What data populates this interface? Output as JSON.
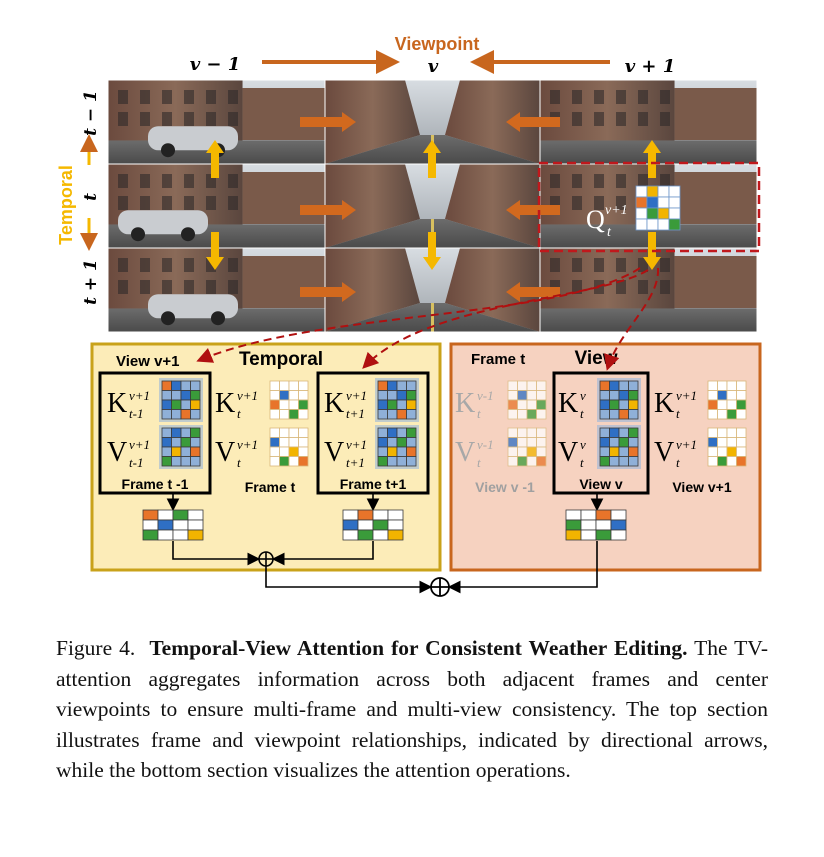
{
  "figure": {
    "top": {
      "axis_viewpoint": "Viewpoint",
      "axis_temporal": "Temporal",
      "col_left": "v − 1",
      "col_mid": "v",
      "col_right": "v + 1",
      "row_top": "t − 1",
      "row_mid": "t",
      "row_bot": "t + 1",
      "query": "Q",
      "query_sup": "v+1",
      "query_sub": "t"
    },
    "temporal_panel": {
      "title": "Temporal",
      "view_label": "View v+1",
      "frame_left": "Frame t -1",
      "frame_mid": "Frame t",
      "frame_right": "Frame t+1",
      "k_left_sup": "v+1",
      "k_left_sub": "t-1",
      "v_left_sup": "v+1",
      "v_left_sub": "t-1",
      "k_mid_sup": "v+1",
      "k_mid_sub": "t",
      "v_mid_sup": "v+1",
      "v_mid_sub": "t",
      "k_right_sup": "v+1",
      "k_right_sub": "t+1",
      "v_right_sup": "v+1",
      "v_right_sub": "t+1"
    },
    "view_panel": {
      "title": "View",
      "frame_label": "Frame t",
      "view_left": "View v -1",
      "view_mid": "View v",
      "view_right": "View v+1",
      "k_left_sup": "v-1",
      "k_left_sub": "t",
      "v_left_sup": "v-1",
      "v_left_sub": "t",
      "k_mid_sup": "v",
      "k_mid_sub": "t",
      "v_mid_sup": "v",
      "v_mid_sub": "t",
      "k_right_sup": "v+1",
      "k_right_sub": "t",
      "v_right_sup": "v+1",
      "v_right_sub": "t"
    },
    "plus": "⊕"
  },
  "caption": {
    "label": "Figure 4.",
    "title": "Temporal-View Attention for Consistent Weather Editing.",
    "text": "The TV-attention aggregates information across both adjacent frames and center viewpoints to ensure multi-frame and multi-view consistency.  The top section illustrates frame and viewpoint relationships, indicated by directional arrows, while the bottom section visualizes the attention operations."
  },
  "colors": {
    "orange_arrow": "#c8661e",
    "yellow_arrow": "#f5b800",
    "temporal_bg": "#fcecb8",
    "temporal_border": "#c9a21a",
    "view_bg": "#f6d2c0",
    "view_border": "#c8661e",
    "dashed_red": "#c0181c",
    "grid_blue": "#6d95c9"
  }
}
